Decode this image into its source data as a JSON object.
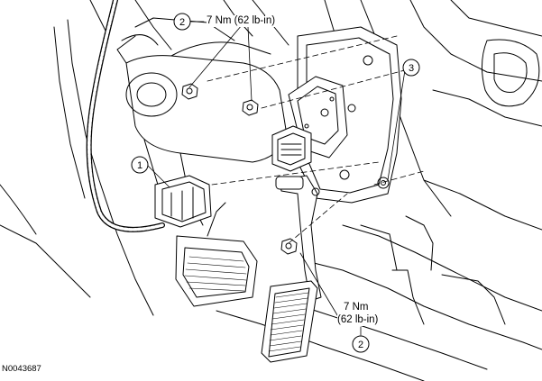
{
  "callouts": [
    {
      "id": "callout-1",
      "number": "1"
    },
    {
      "id": "callout-2-top",
      "number": "2"
    },
    {
      "id": "callout-3",
      "number": "3"
    },
    {
      "id": "callout-2-bottom",
      "number": "2"
    }
  ],
  "torque_top": "7 Nm (62 lb-in)",
  "torque_bottom_line1": "7 Nm",
  "torque_bottom_line2": "(62 lb-in)",
  "figure_id": "N0043687"
}
